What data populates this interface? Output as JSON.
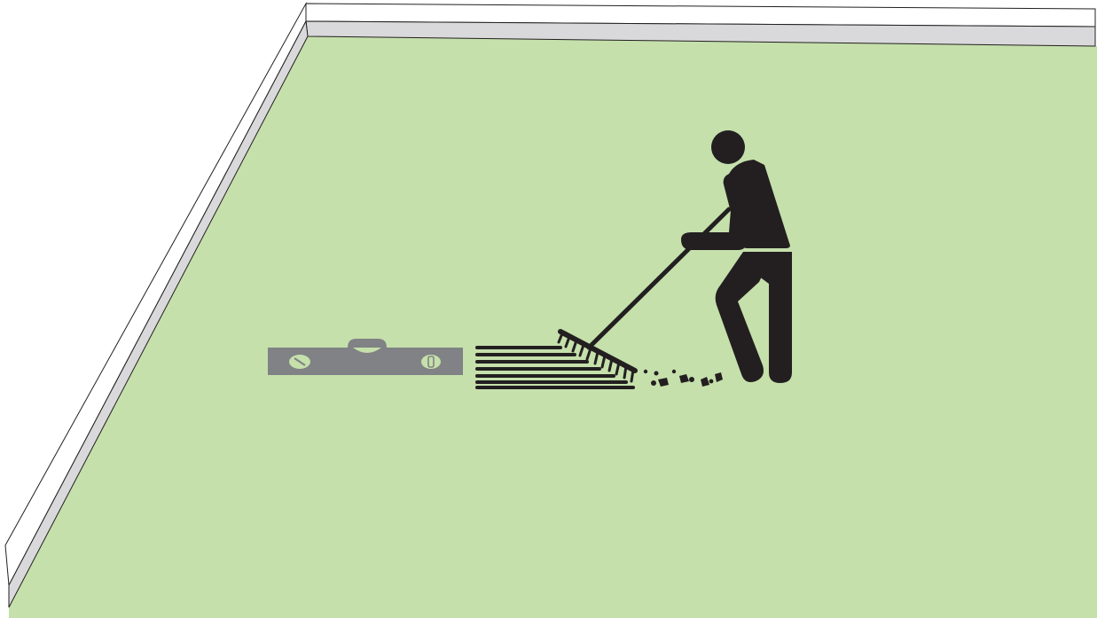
{
  "scene": {
    "colors": {
      "ground": "#c5e0ab",
      "border_top": "#ffffff",
      "border_face": "#d9d9db",
      "outline": "#231f20",
      "figure": "#231f20",
      "level_body": "#808285",
      "level_vial": "#c5e0ab"
    },
    "elements": [
      "raised-border",
      "spirit-level",
      "rake-marks",
      "soil-clumps",
      "rake",
      "worker-figure"
    ]
  }
}
